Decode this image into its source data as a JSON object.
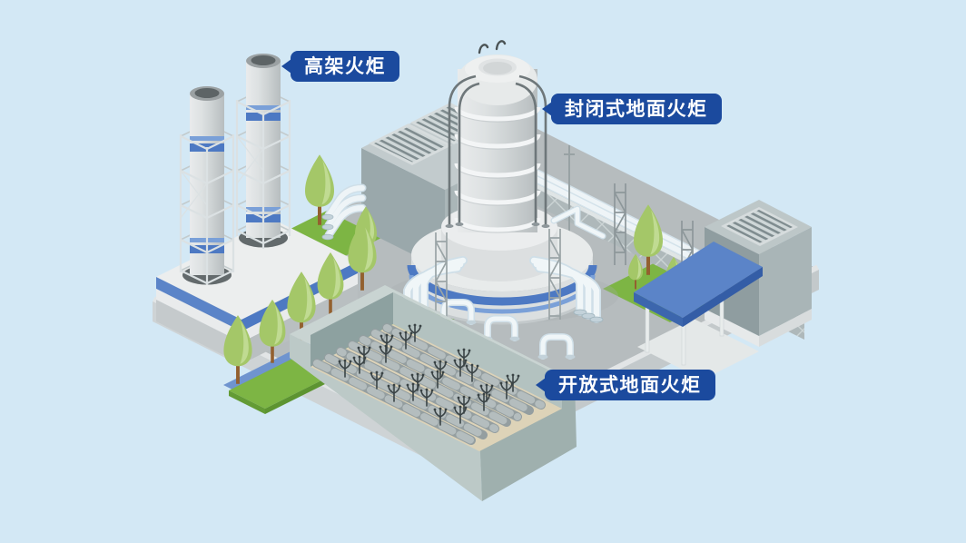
{
  "scene": {
    "description": "isometric illustration of industrial flare systems",
    "background_color": "#d3e8f5",
    "label_bg_color": "#1b4a9e",
    "label_text_color": "#ffffff",
    "callouts": {
      "elevated_flare": "高架火炬",
      "enclosed_ground_flare": "封闭式地面火炬",
      "open_ground_flare": "开放式地面火炬"
    },
    "colors": {
      "platform": "#b6bcbe",
      "grass": "#7db544",
      "pipe_white": "#eef4f7",
      "band_blue": "#4d79c3",
      "canopy_blue": "#5b84c8",
      "pit_wall": "#9fb0ae",
      "pit_floor": "#ddd3b8"
    }
  }
}
